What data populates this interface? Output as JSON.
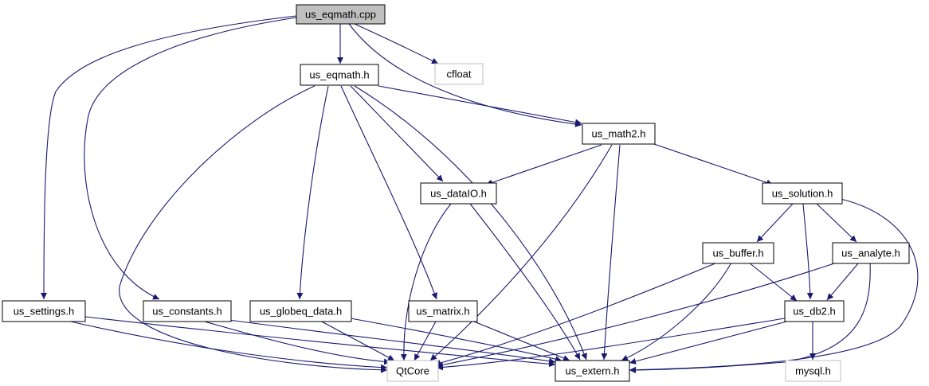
{
  "graph": {
    "nodes": [
      {
        "id": "n_us_eqmath_cpp",
        "label": "us_eqmath.cpp",
        "role": "root"
      },
      {
        "id": "n_cfloat",
        "label": "cfloat",
        "role": "external"
      },
      {
        "id": "n_us_eqmath_h",
        "label": "us_eqmath.h",
        "role": "header"
      },
      {
        "id": "n_us_math2_h",
        "label": "us_math2.h",
        "role": "header"
      },
      {
        "id": "n_us_dataio_h",
        "label": "us_dataIO.h",
        "role": "header"
      },
      {
        "id": "n_us_solution_h",
        "label": "us_solution.h",
        "role": "header"
      },
      {
        "id": "n_us_buffer_h",
        "label": "us_buffer.h",
        "role": "header"
      },
      {
        "id": "n_us_analyte_h",
        "label": "us_analyte.h",
        "role": "header"
      },
      {
        "id": "n_us_settings_h",
        "label": "us_settings.h",
        "role": "header"
      },
      {
        "id": "n_us_constants_h",
        "label": "us_constants.h",
        "role": "header"
      },
      {
        "id": "n_us_globeq_data_h",
        "label": "us_globeq_data.h",
        "role": "header"
      },
      {
        "id": "n_us_matrix_h",
        "label": "us_matrix.h",
        "role": "header"
      },
      {
        "id": "n_us_db2_h",
        "label": "us_db2.h",
        "role": "header"
      },
      {
        "id": "n_qtcore",
        "label": "QtCore",
        "role": "external"
      },
      {
        "id": "n_us_extern_h",
        "label": "us_extern.h",
        "role": "header"
      },
      {
        "id": "n_mysql_h",
        "label": "mysql.h",
        "role": "external"
      }
    ],
    "edges": [
      {
        "from": "n_us_eqmath_cpp",
        "to": "n_us_eqmath_h"
      },
      {
        "from": "n_us_eqmath_cpp",
        "to": "n_cfloat"
      },
      {
        "from": "n_us_eqmath_cpp",
        "to": "n_us_math2_h"
      },
      {
        "from": "n_us_eqmath_cpp",
        "to": "n_us_settings_h"
      },
      {
        "from": "n_us_eqmath_cpp",
        "to": "n_us_constants_h"
      },
      {
        "from": "n_us_eqmath_h",
        "to": "n_us_math2_h"
      },
      {
        "from": "n_us_eqmath_h",
        "to": "n_us_dataio_h"
      },
      {
        "from": "n_us_eqmath_h",
        "to": "n_us_globeq_data_h"
      },
      {
        "from": "n_us_eqmath_h",
        "to": "n_us_matrix_h"
      },
      {
        "from": "n_us_eqmath_h",
        "to": "n_qtcore"
      },
      {
        "from": "n_us_eqmath_h",
        "to": "n_us_extern_h"
      },
      {
        "from": "n_us_math2_h",
        "to": "n_us_dataio_h"
      },
      {
        "from": "n_us_math2_h",
        "to": "n_us_solution_h"
      },
      {
        "from": "n_us_math2_h",
        "to": "n_qtcore"
      },
      {
        "from": "n_us_math2_h",
        "to": "n_us_extern_h"
      },
      {
        "from": "n_us_dataio_h",
        "to": "n_qtcore"
      },
      {
        "from": "n_us_dataio_h",
        "to": "n_us_extern_h"
      },
      {
        "from": "n_us_solution_h",
        "to": "n_us_buffer_h"
      },
      {
        "from": "n_us_solution_h",
        "to": "n_us_analyte_h"
      },
      {
        "from": "n_us_solution_h",
        "to": "n_us_db2_h"
      },
      {
        "from": "n_us_solution_h",
        "to": "n_us_extern_h"
      },
      {
        "from": "n_us_buffer_h",
        "to": "n_us_db2_h"
      },
      {
        "from": "n_us_buffer_h",
        "to": "n_qtcore"
      },
      {
        "from": "n_us_buffer_h",
        "to": "n_us_extern_h"
      },
      {
        "from": "n_us_analyte_h",
        "to": "n_us_db2_h"
      },
      {
        "from": "n_us_analyte_h",
        "to": "n_qtcore"
      },
      {
        "from": "n_us_analyte_h",
        "to": "n_us_extern_h"
      },
      {
        "from": "n_us_db2_h",
        "to": "n_qtcore"
      },
      {
        "from": "n_us_db2_h",
        "to": "n_us_extern_h"
      },
      {
        "from": "n_us_db2_h",
        "to": "n_mysql_h"
      },
      {
        "from": "n_us_settings_h",
        "to": "n_qtcore"
      },
      {
        "from": "n_us_settings_h",
        "to": "n_us_extern_h"
      },
      {
        "from": "n_us_constants_h",
        "to": "n_qtcore"
      },
      {
        "from": "n_us_constants_h",
        "to": "n_us_extern_h"
      },
      {
        "from": "n_us_globeq_data_h",
        "to": "n_qtcore"
      },
      {
        "from": "n_us_globeq_data_h",
        "to": "n_us_extern_h"
      },
      {
        "from": "n_us_matrix_h",
        "to": "n_qtcore"
      },
      {
        "from": "n_us_matrix_h",
        "to": "n_us_extern_h"
      }
    ],
    "colors": {
      "edge": "#191970",
      "node_border": "#000000",
      "external_border": "#bfbfbf",
      "root_fill": "#bfbfbf",
      "node_fill": "#ffffff",
      "text": "#000000"
    }
  }
}
